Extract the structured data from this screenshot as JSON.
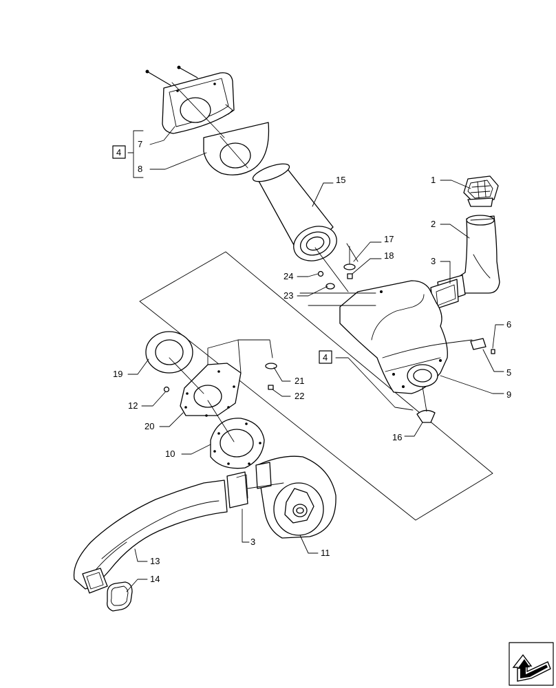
{
  "diagram": {
    "callouts": [
      {
        "id": "c7",
        "text": "7"
      },
      {
        "id": "c8",
        "text": "8"
      },
      {
        "id": "c4a",
        "text": "4"
      },
      {
        "id": "c15",
        "text": "15"
      },
      {
        "id": "c1",
        "text": "1"
      },
      {
        "id": "c2",
        "text": "2"
      },
      {
        "id": "c3a",
        "text": "3"
      },
      {
        "id": "c17",
        "text": "17"
      },
      {
        "id": "c18",
        "text": "18"
      },
      {
        "id": "c24",
        "text": "24"
      },
      {
        "id": "c23",
        "text": "23"
      },
      {
        "id": "c6",
        "text": "6"
      },
      {
        "id": "c5",
        "text": "5"
      },
      {
        "id": "c4b",
        "text": "4"
      },
      {
        "id": "c9",
        "text": "9"
      },
      {
        "id": "c19",
        "text": "19"
      },
      {
        "id": "c21",
        "text": "21"
      },
      {
        "id": "c22",
        "text": "22"
      },
      {
        "id": "c12",
        "text": "12"
      },
      {
        "id": "c20",
        "text": "20"
      },
      {
        "id": "c16",
        "text": "16"
      },
      {
        "id": "c10",
        "text": "10"
      },
      {
        "id": "c3b",
        "text": "3"
      },
      {
        "id": "c11",
        "text": "11"
      },
      {
        "id": "c13",
        "text": "13"
      },
      {
        "id": "c14",
        "text": "14"
      }
    ],
    "nav_icon": "arrow-return-icon"
  }
}
